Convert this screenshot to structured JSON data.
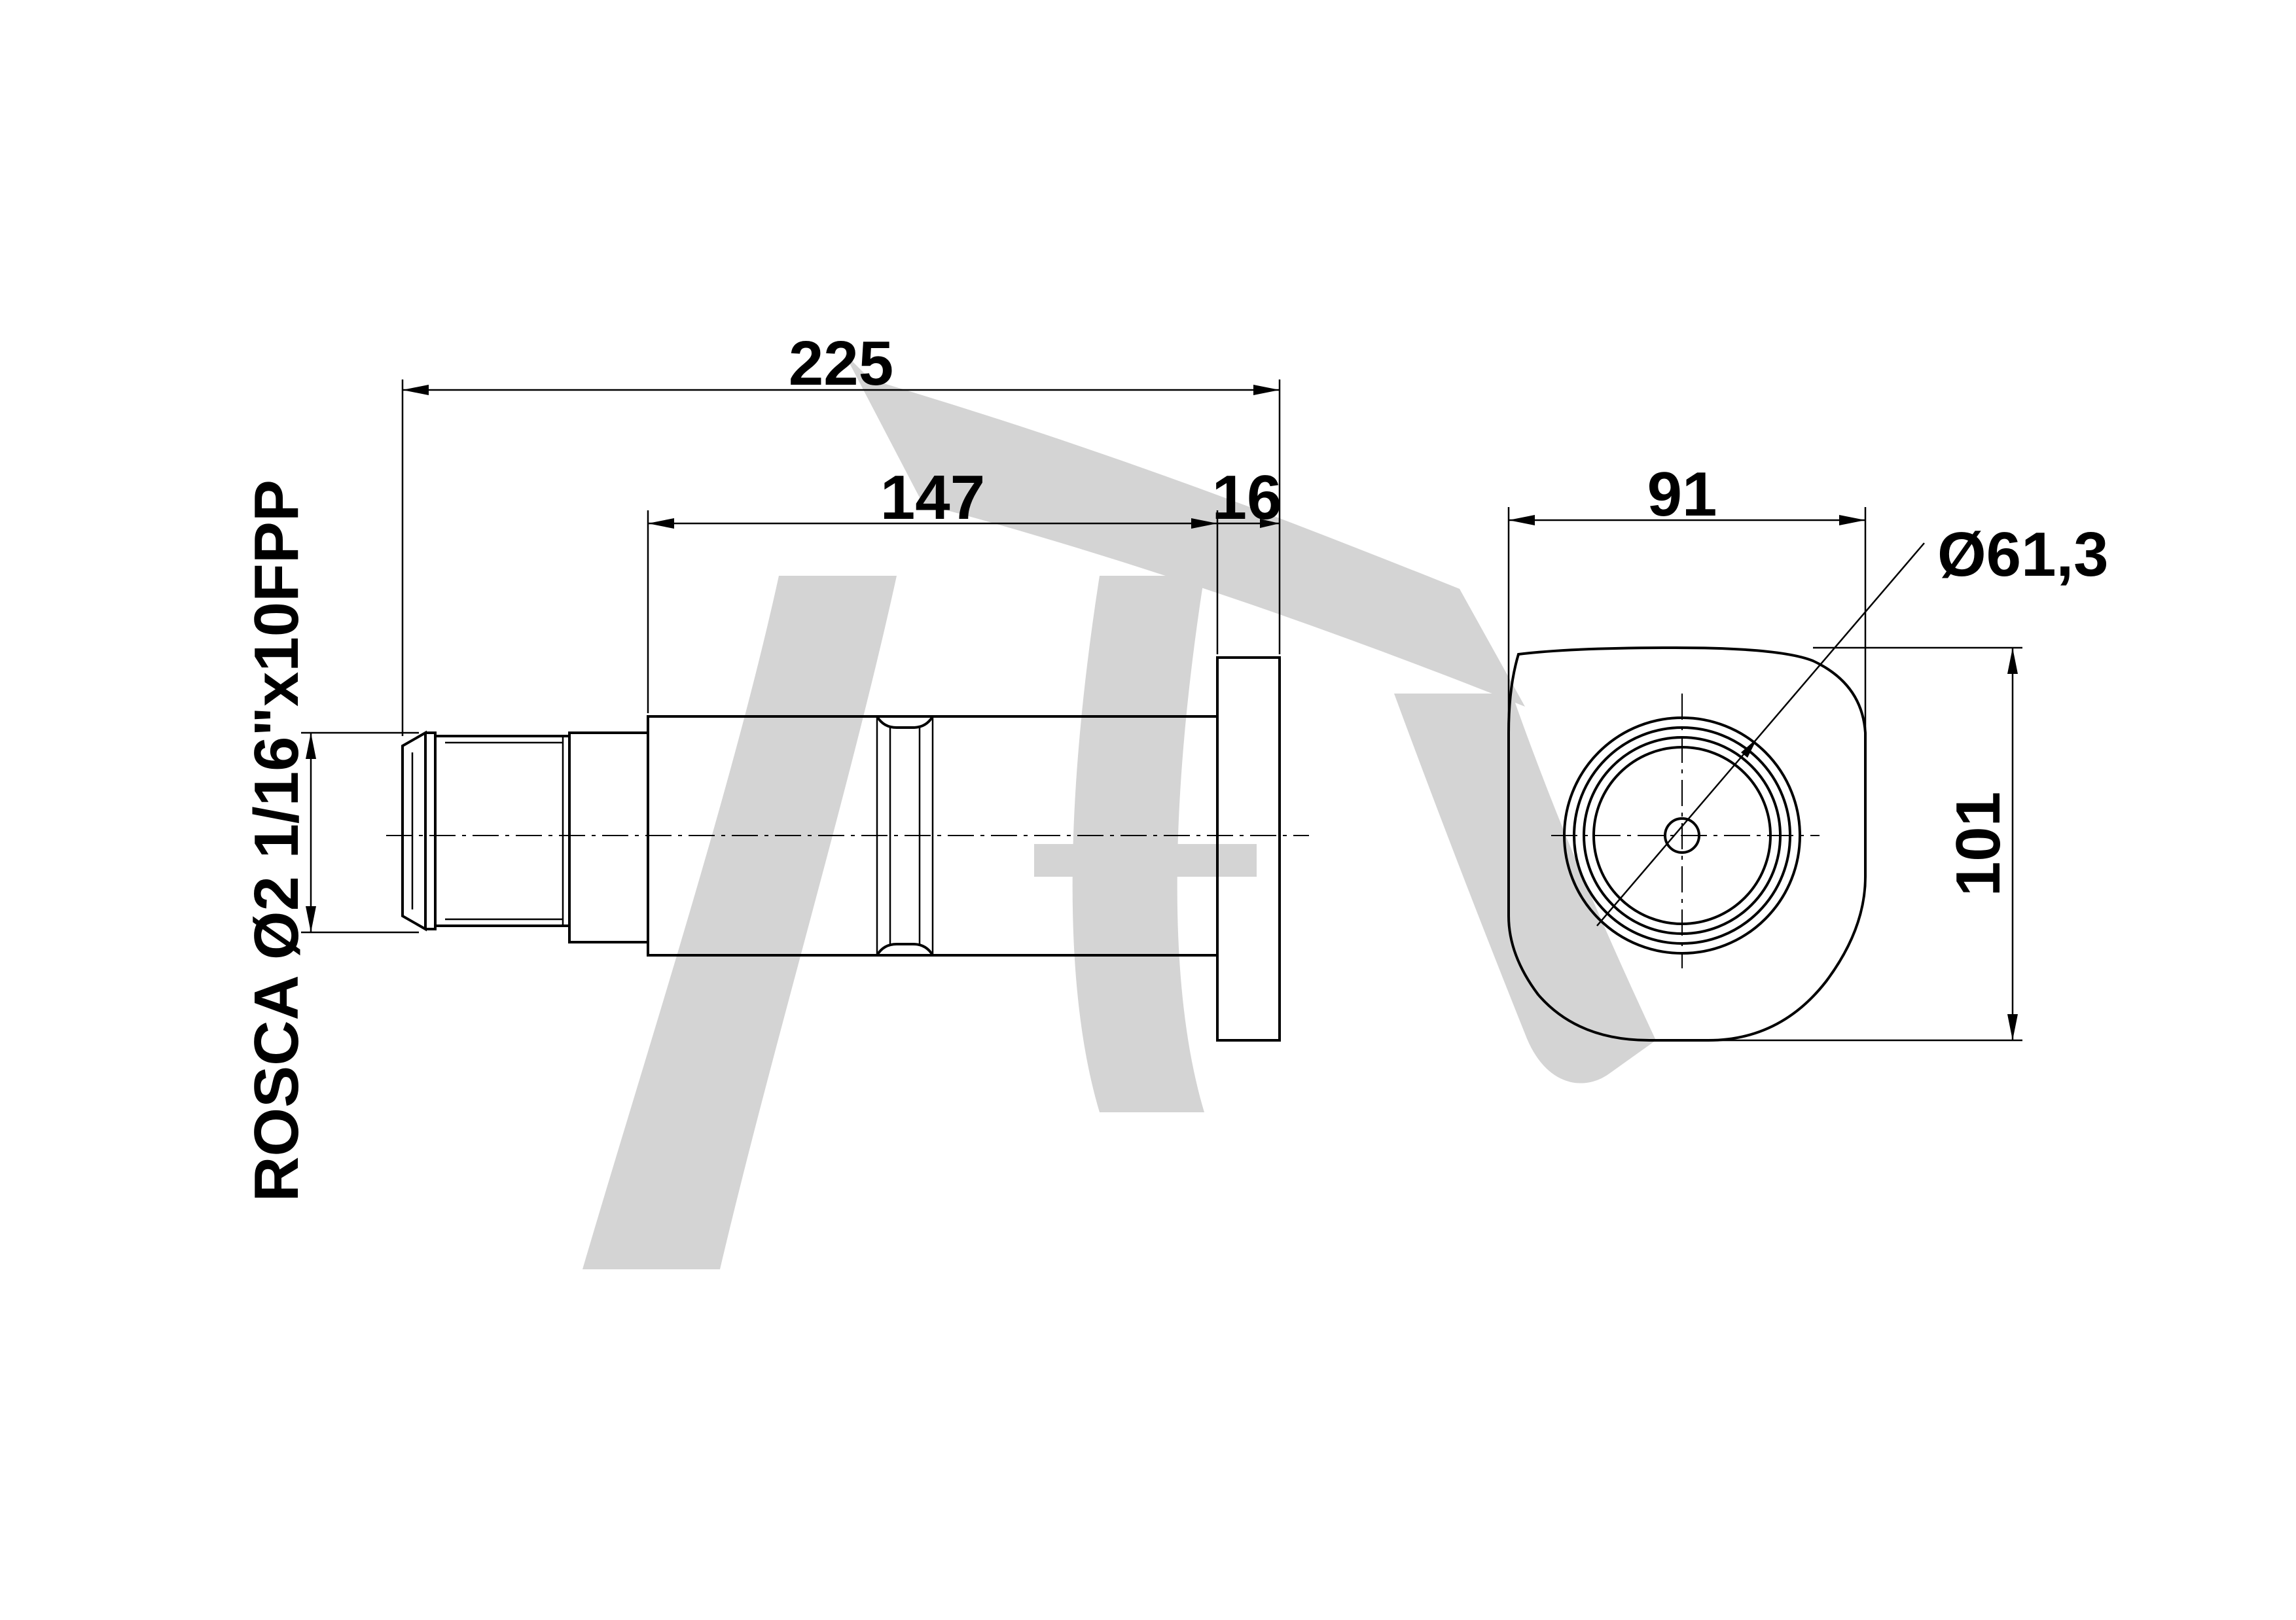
{
  "dimensions": {
    "overall_length": "225",
    "shaft_length": "147",
    "flange_thickness": "16",
    "flange_width": "91",
    "flange_height": "101",
    "bore_diameter": "Ø61,3"
  },
  "thread_label": "ROSCA Ø2 1/16\"x10FPP",
  "colors": {
    "line": "#000000",
    "watermark": "#d4d4d4",
    "background": "#ffffff"
  }
}
